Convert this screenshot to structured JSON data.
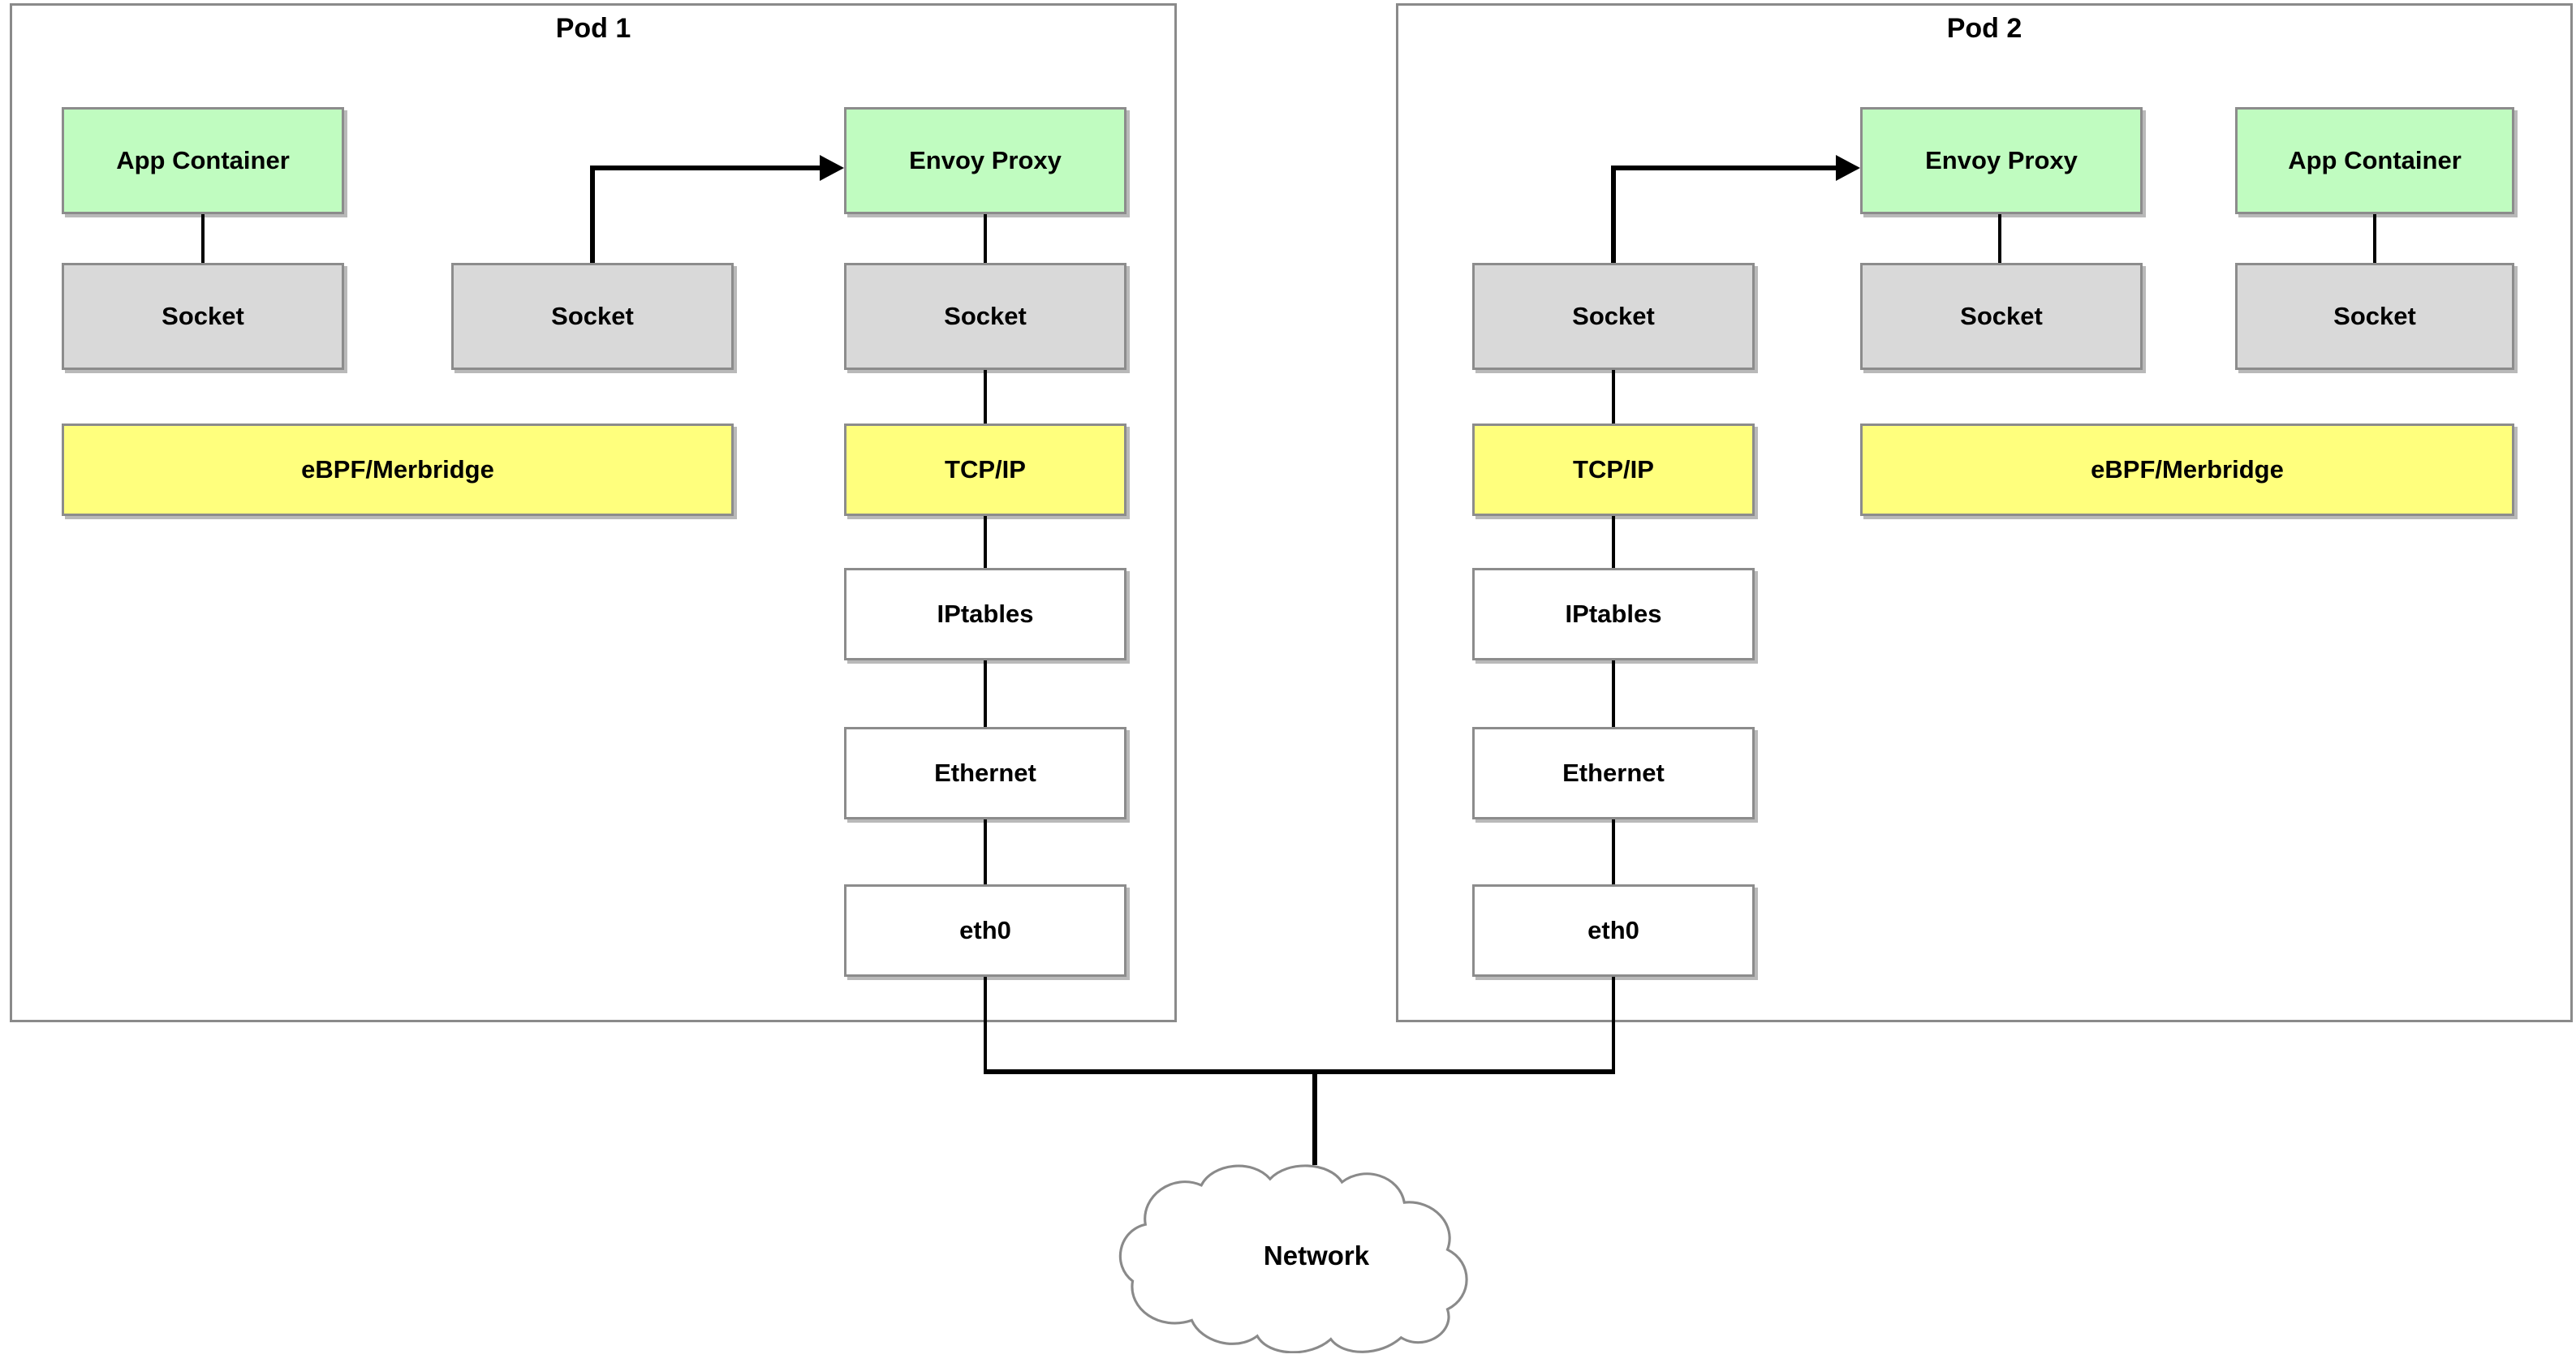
{
  "pod1": {
    "title": "Pod 1",
    "app_container": "App Container",
    "socket_under_app": "Socket",
    "socket_middle": "Socket",
    "envoy_proxy": "Envoy Proxy",
    "socket_under_envoy": "Socket",
    "ebpf_merbridge": "eBPF/Merbridge",
    "tcp_ip": "TCP/IP",
    "iptables": "IPtables",
    "ethernet": "Ethernet",
    "eth0": "eth0"
  },
  "pod2": {
    "title": "Pod 2",
    "socket_left": "Socket",
    "envoy_proxy": "Envoy Proxy",
    "socket_under_envoy": "Socket",
    "app_container": "App Container",
    "socket_under_app": "Socket",
    "tcp_ip": "TCP/IP",
    "ebpf_merbridge": "eBPF/Merbridge",
    "iptables": "IPtables",
    "ethernet": "Ethernet",
    "eth0": "eth0"
  },
  "network": {
    "label": "Network"
  },
  "colors": {
    "app_green": "#c0fcc0",
    "layer_yellow": "#ffff7d",
    "socket_gray": "#d9d9d9",
    "box_white": "#ffffff",
    "border_gray": "#8c8c8c",
    "line_black": "#000000"
  }
}
